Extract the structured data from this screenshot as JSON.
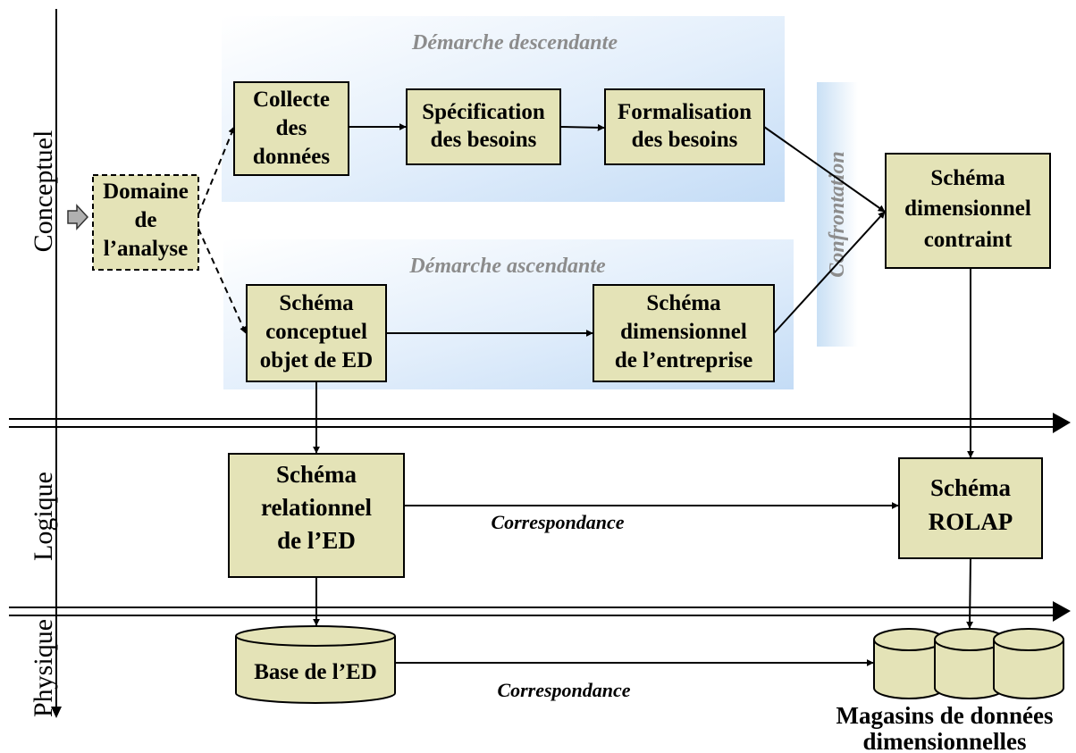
{
  "levels": {
    "conceptuel": "Conceptuel",
    "logique": "Logique",
    "physique": "Physique"
  },
  "regions": {
    "descendante": "Démarche descendante",
    "ascendante": "Démarche ascendante",
    "confrontation": "Confrontation"
  },
  "boxes": {
    "domaine": [
      "Domaine",
      "de",
      "l’analyse"
    ],
    "collecte": [
      "Collecte",
      "des",
      "données"
    ],
    "specification": [
      "Spécification",
      "des besoins"
    ],
    "formalisation": [
      "Formalisation",
      "des besoins"
    ],
    "schema_contraint": [
      "Schéma",
      "dimensionnel",
      "contraint"
    ],
    "schema_conceptuel": [
      "Schéma",
      "conceptuel",
      "objet de ED"
    ],
    "schema_entreprise": [
      "Schéma",
      "dimensionnel",
      "de l’entreprise"
    ],
    "schema_relationnel": [
      "Schéma",
      "relationnel",
      "de l’ED"
    ],
    "schema_rolap": [
      "Schéma",
      "ROLAP"
    ]
  },
  "physical": {
    "base": "Base de l’ED",
    "magasins": [
      "Magasins de données",
      "dimensionnelles"
    ]
  },
  "correspondance": {
    "logique": "Correspondance",
    "physique": "Correspondance"
  },
  "colors": {
    "box_fill": "#e4e3b7",
    "region_gradient_start": "#c4dcf6",
    "region_gradient_end": "#ffffff",
    "demarche_text": "#8c8c8c"
  }
}
